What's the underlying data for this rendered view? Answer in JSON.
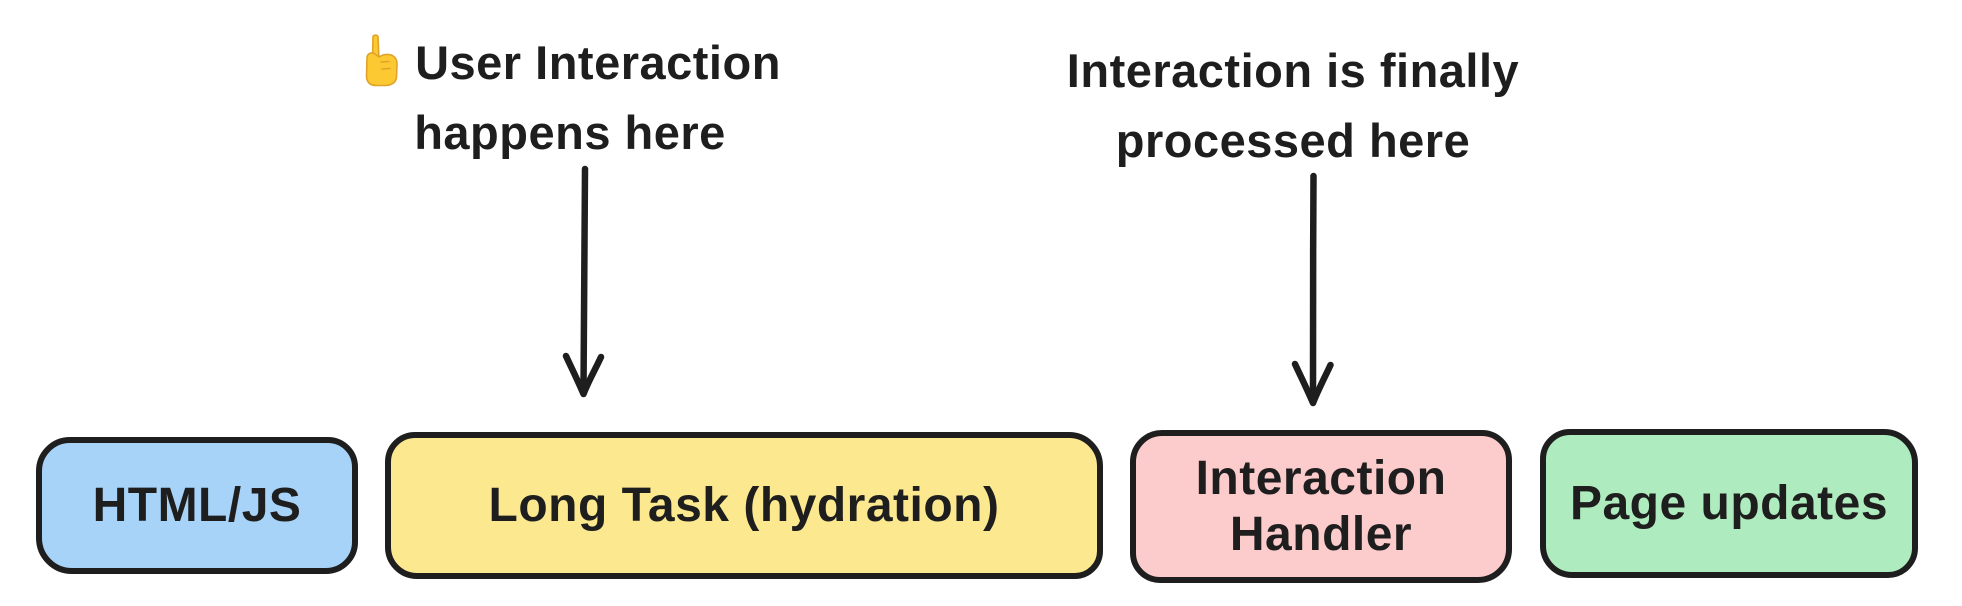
{
  "canvas": {
    "background": "#ffffff",
    "ink_color": "#1e1e1e"
  },
  "annotations": [
    {
      "id": "user-interaction-note",
      "icon": "pointing-up-emoji",
      "line1": "User Interaction",
      "line2": "happens here",
      "points_to": "Long Task (hydration)"
    },
    {
      "id": "processed-note",
      "line1": "Interaction is finally",
      "line2": "processed here",
      "points_to": "Interaction Handler"
    }
  ],
  "boxes": [
    {
      "id": "html-js",
      "label": "HTML/JS",
      "fill": "#a6d3f7"
    },
    {
      "id": "long-task",
      "label": "Long Task (hydration)",
      "fill": "#fbe88f"
    },
    {
      "id": "interaction-handler",
      "label": "Interaction Handler",
      "fill": "#fccbcb"
    },
    {
      "id": "page-updates",
      "label": "Page updates",
      "fill": "#aeebbe"
    }
  ],
  "icon_colors": {
    "hand_fill": "#fcc933",
    "hand_outline": "#e0a32a"
  }
}
